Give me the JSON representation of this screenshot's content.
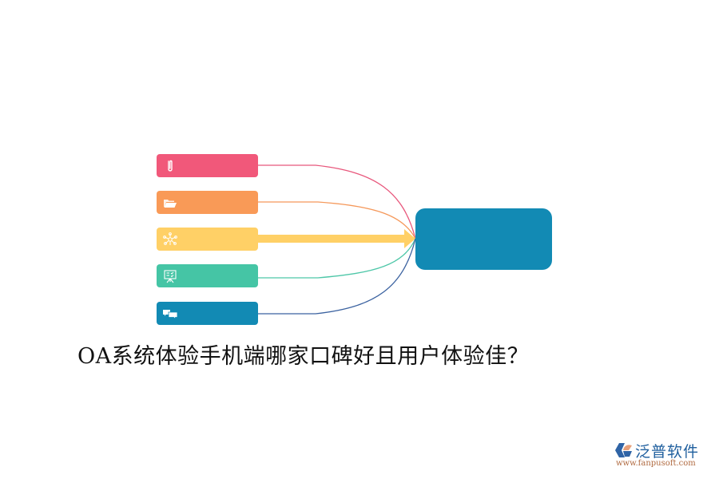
{
  "diagram": {
    "title": "OA系统体验手机端哪家口碑好且用户体验佳？",
    "center_node": {
      "label": "",
      "color": "#128ab4"
    },
    "nodes": [
      {
        "icon": "paperclip-icon",
        "label": "",
        "color": "#f1587a",
        "link_color": "#e8577c"
      },
      {
        "icon": "folder-icon",
        "label": "",
        "color": "#f99a57",
        "link_color": "#f5985a"
      },
      {
        "icon": "network-icon",
        "label": "",
        "color": "#ffd066",
        "link_color": "#ffd066",
        "highlighted": true
      },
      {
        "icon": "presentation-board-icon",
        "label": "",
        "color": "#45c5a5",
        "link_color": "#4ec7a8"
      },
      {
        "icon": "chat-bubbles-icon",
        "label": "",
        "color": "#128ab4",
        "link_color": "#3b62a0"
      }
    ]
  },
  "watermark": {
    "brand": "泛普软件",
    "url": "www.fanpusoft.com",
    "brand_color": "#1f5f9e",
    "url_color": "#b06a40"
  }
}
